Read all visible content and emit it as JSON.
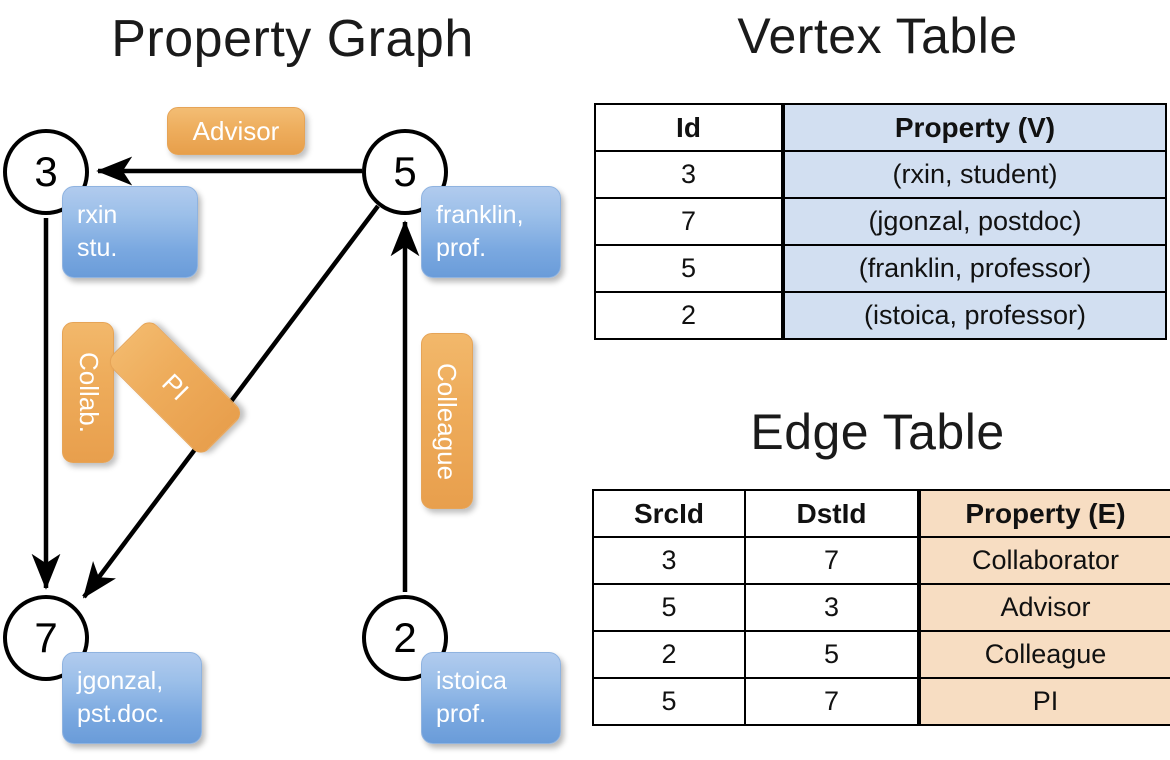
{
  "titles": {
    "property_graph": "Property Graph",
    "vertex_table": "Vertex Table",
    "edge_table": "Edge Table"
  },
  "graph": {
    "nodes": [
      {
        "id": "3",
        "label": "3",
        "property_lines": [
          "rxin",
          "stu."
        ]
      },
      {
        "id": "5",
        "label": "5",
        "property_lines": [
          "franklin,",
          "prof."
        ]
      },
      {
        "id": "7",
        "label": "7",
        "property_lines": [
          "jgonzal,",
          "pst.doc."
        ]
      },
      {
        "id": "2",
        "label": "2",
        "property_lines": [
          "istoica",
          "prof."
        ]
      }
    ],
    "edge_labels": [
      {
        "name": "advisor",
        "text": "Advisor",
        "orientation": "horizontal"
      },
      {
        "name": "collab",
        "text": "Collab.",
        "orientation": "vertical"
      },
      {
        "name": "pi",
        "text": "PI",
        "orientation": "diagonal"
      },
      {
        "name": "colleague",
        "text": "Colleague",
        "orientation": "vertical"
      }
    ],
    "edges": [
      {
        "src": "5",
        "dst": "3",
        "label": "Advisor"
      },
      {
        "src": "3",
        "dst": "7",
        "label": "Collab."
      },
      {
        "src": "5",
        "dst": "7",
        "label": "PI"
      },
      {
        "src": "2",
        "dst": "5",
        "label": "Colleague"
      }
    ]
  },
  "vertex_table": {
    "headers": [
      "Id",
      "Property (V)"
    ],
    "rows": [
      {
        "id": "3",
        "property": "(rxin, student)"
      },
      {
        "id": "7",
        "property": "(jgonzal, postdoc)"
      },
      {
        "id": "5",
        "property": "(franklin, professor)"
      },
      {
        "id": "2",
        "property": "(istoica, professor)"
      }
    ]
  },
  "edge_table": {
    "headers": [
      "SrcId",
      "DstId",
      "Property (E)"
    ],
    "rows": [
      {
        "src": "3",
        "dst": "7",
        "property": "Collaborator"
      },
      {
        "src": "5",
        "dst": "3",
        "property": "Advisor"
      },
      {
        "src": "2",
        "dst": "5",
        "property": "Colleague"
      },
      {
        "src": "5",
        "dst": "7",
        "property": "PI"
      }
    ]
  },
  "colors": {
    "vertex_box": "#8ab0e4",
    "edge_box": "#eeac5b",
    "vertex_table_highlight": "#d2dff1",
    "edge_table_highlight": "#f7ddc2",
    "stroke": "#000000"
  }
}
